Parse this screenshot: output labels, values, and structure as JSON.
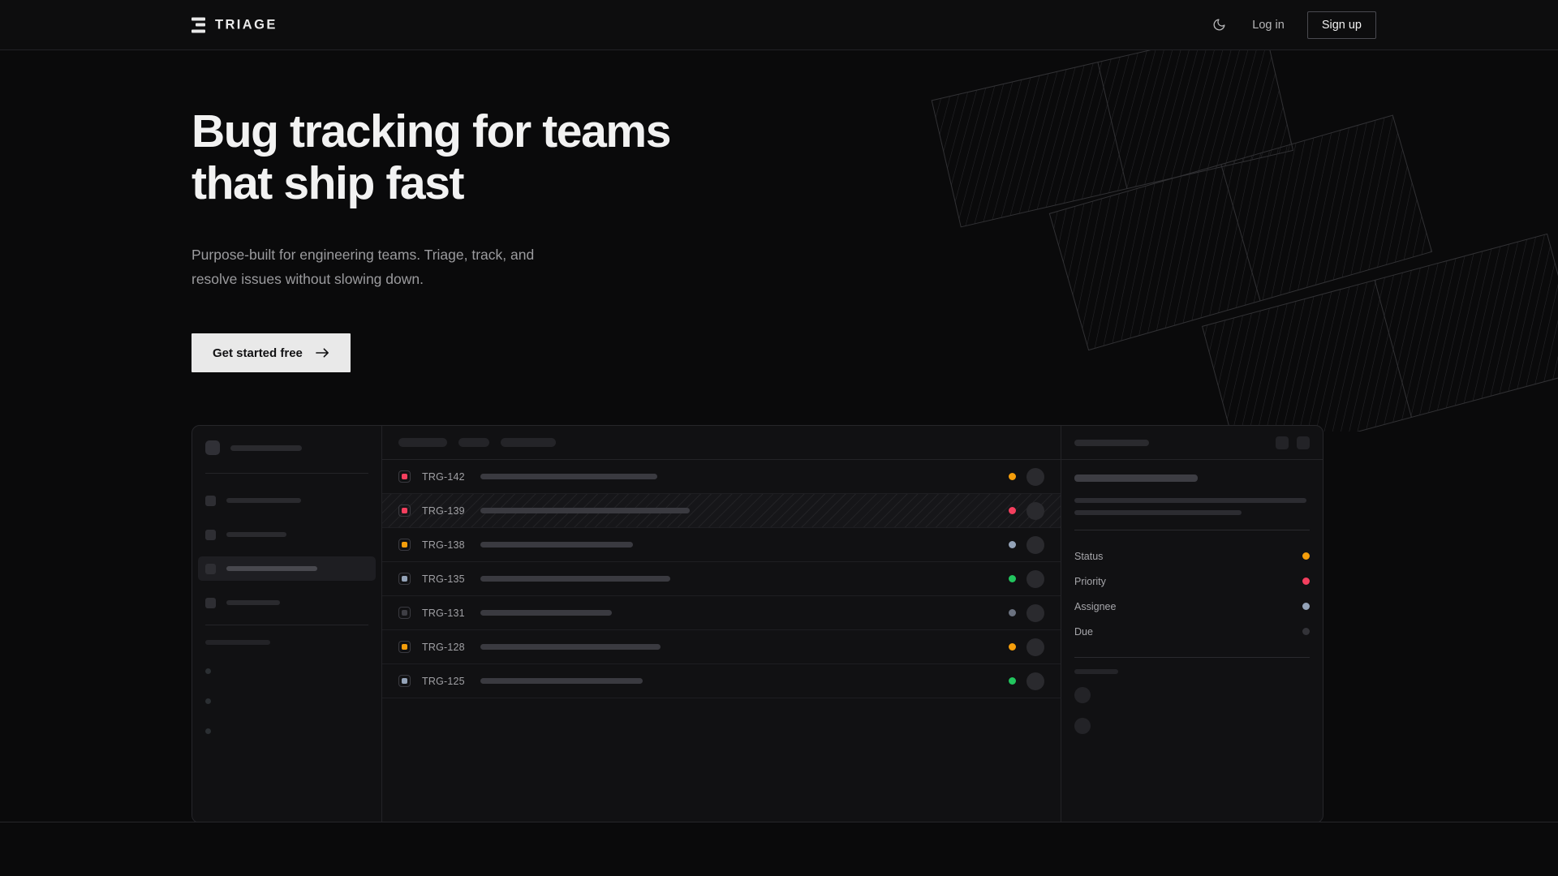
{
  "brand": {
    "name": "TRIAGE",
    "mark_icon": "stacked-bars-icon"
  },
  "header": {
    "theme_toggle_icon": "moon-icon",
    "login_label": "Log in",
    "signup_label": "Sign up"
  },
  "hero": {
    "headline": "Bug tracking for teams that ship fast",
    "subtext": "Purpose-built for engineering teams. Triage, track, and resolve issues without slowing down.",
    "cta_label": "Get started free",
    "cta_icon": "arrow-right-icon",
    "decoration": "hatched-rotated-panels"
  },
  "colors": {
    "page_bg": "#0a0a0b",
    "header_bg": "#0d0d0e",
    "panel_bg": "#111113",
    "border": "#26262a",
    "text_primary": "#f2f2f2",
    "text_muted": "#9b9b9e",
    "cta_bg": "#e9e9e9",
    "priority_high": "#f43f5e",
    "priority_medium": "#f59e0b",
    "priority_low": "#94a3b8",
    "priority_none": "#4a4a50",
    "status_open": "#f59e0b",
    "status_urgent": "#f43f5e",
    "status_review": "#94a3b8",
    "status_done": "#22c55e",
    "status_muted": "#3a3a40"
  },
  "mockup": {
    "sidebar": {
      "workspace_placeholder": "workspace-name-skeleton",
      "nav_items": [
        {
          "id": "nav-1",
          "width": 92,
          "active": false
        },
        {
          "id": "nav-2",
          "width": 74,
          "active": false
        },
        {
          "id": "nav-3",
          "width": 112,
          "active": true
        },
        {
          "id": "nav-4",
          "width": 66,
          "active": false
        }
      ],
      "section_label": "section-heading-skeleton",
      "sub_items": [
        "sub-1",
        "sub-2",
        "sub-3"
      ]
    },
    "toolbar": {
      "chips": [
        60,
        38,
        68
      ]
    },
    "list": {
      "rows": [
        {
          "id": "TRG-142",
          "priority": "high",
          "priority_color": "#f43f5e",
          "title_width": 218,
          "status_color": "#f59e0b",
          "hatched": false
        },
        {
          "id": "TRG-139",
          "priority": "high",
          "priority_color": "#f43f5e",
          "title_width": 258,
          "status_color": "#f43f5e",
          "hatched": true
        },
        {
          "id": "TRG-138",
          "priority": "medium",
          "priority_color": "#f59e0b",
          "title_width": 188,
          "status_color": "#94a3b8",
          "hatched": false
        },
        {
          "id": "TRG-135",
          "priority": "low",
          "priority_color": "#94a3b8",
          "title_width": 234,
          "status_color": "#22c55e",
          "hatched": false
        },
        {
          "id": "TRG-131",
          "priority": "none",
          "priority_color": "#3e3e44",
          "title_width": 162,
          "status_color": "#6b7280",
          "hatched": false
        },
        {
          "id": "TRG-128",
          "priority": "medium",
          "priority_color": "#f59e0b",
          "title_width": 222,
          "status_color": "#f59e0b",
          "hatched": false
        },
        {
          "id": "TRG-125",
          "priority": "low",
          "priority_color": "#94a3b8",
          "title_width": 200,
          "status_color": "#22c55e",
          "hatched": false
        }
      ]
    },
    "detail": {
      "header_placeholder": "issue-key-skeleton",
      "actions": [
        "detail-action-1",
        "detail-action-2"
      ],
      "title_placeholder": "issue-title-skeleton",
      "body_lines": [
        286,
        206
      ],
      "fields": [
        {
          "label": "Status",
          "value_color": "#f59e0b"
        },
        {
          "label": "Priority",
          "value_color": "#f43f5e"
        },
        {
          "label": "Assignee",
          "value_color": "#94a3b8"
        },
        {
          "label": "Due",
          "value_color": "#333338"
        }
      ],
      "comments_label": "comments-heading-skeleton",
      "comments": [
        "comment-1",
        "comment-2"
      ]
    }
  }
}
